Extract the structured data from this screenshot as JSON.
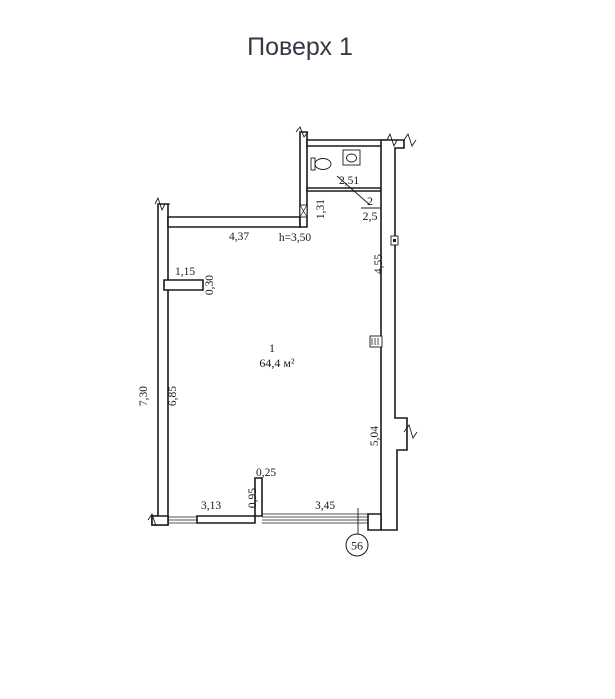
{
  "title": "Поверх 1",
  "rooms": [
    {
      "number": "1",
      "area": "64,4 м²"
    },
    {
      "number": "2",
      "area": "2,5"
    }
  ],
  "dimensions": {
    "top_wall_length": "4,37",
    "ceiling_height": "h=3,50",
    "bathroom_width": "2,51",
    "bathroom_depth": "1,31",
    "east_upper": "4,55",
    "east_lower": "5,04",
    "west_outer": "7,30",
    "west_inner": "6,85",
    "pillar_width": "1,15",
    "pillar_depth": "0,30",
    "bottom_left": "3,13",
    "bottom_right": "3,45",
    "stub_width": "0,25",
    "stub_depth": "0,95"
  },
  "building_marker": "56",
  "fixtures": [
    "toilet-icon",
    "sink-icon",
    "vent-duct-icon",
    "electrical-panel-icon",
    "heater-icon"
  ],
  "colors": {
    "line": "#1a1a1a",
    "title": "#333a44",
    "background": "#ffffff"
  }
}
